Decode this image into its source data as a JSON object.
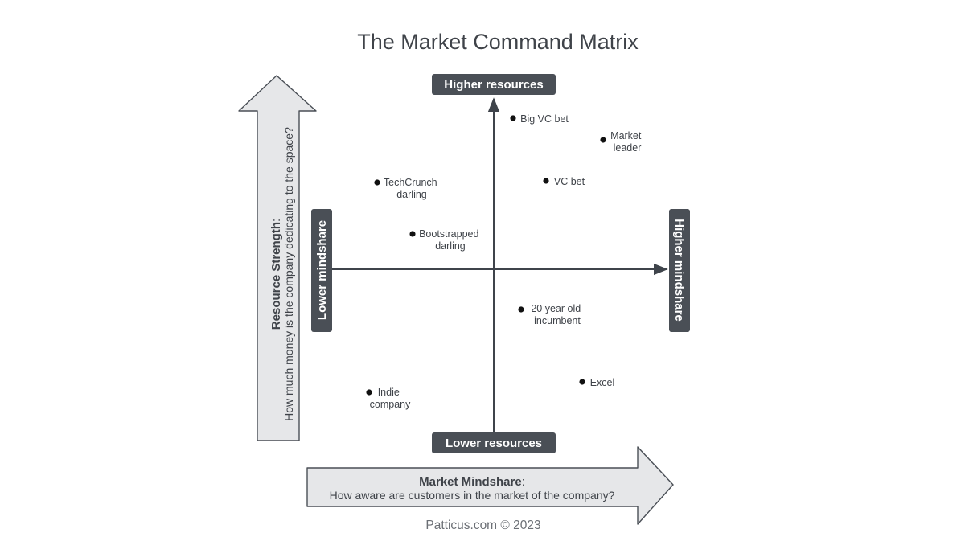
{
  "title": "The Market Command Matrix",
  "footer": "Patticus.com © 2023",
  "colors": {
    "tag_fill": "#4a4f56",
    "arrow_fill": "#e6e7e9",
    "text": "#3f4349"
  },
  "axes": {
    "top": "Higher resources",
    "bottom": "Lower resources",
    "left": "Lower mindshare",
    "right": "Higher mindshare"
  },
  "vertical_arrow": {
    "title": "Resource Strength",
    "colon": ":",
    "subtitle": "How much money is the company dedicating to the space?"
  },
  "horizontal_arrow": {
    "title": "Market Mindshare",
    "colon": ":",
    "subtitle": "How aware are customers in the market of the company?"
  },
  "points": [
    {
      "lines": [
        "Big VC bet"
      ]
    },
    {
      "lines": [
        "Market",
        "leader"
      ]
    },
    {
      "lines": [
        "TechCrunch",
        "darling"
      ]
    },
    {
      "lines": [
        "VC bet"
      ]
    },
    {
      "lines": [
        "Bootstrapped",
        "darling"
      ]
    },
    {
      "lines": [
        "20 year old",
        "incumbent"
      ]
    },
    {
      "lines": [
        "Excel"
      ]
    },
    {
      "lines": [
        "Indie",
        "company"
      ]
    }
  ]
}
